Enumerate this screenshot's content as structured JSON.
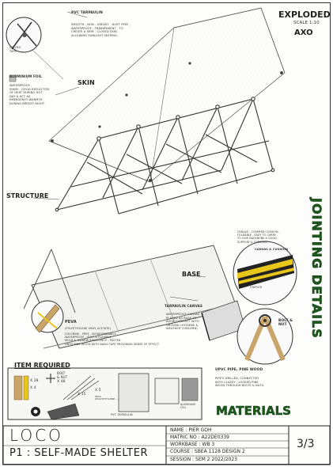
{
  "header": {
    "title": "EXPLODED",
    "scale": "SCALE 1:10",
    "view": "AXO"
  },
  "labels": {
    "skin": "SKIN",
    "structure": "STRUCTURE",
    "base": "BASE",
    "velcro": "VELCRO\nTAPE",
    "jointing": "JOINTING DETAILS",
    "materials": "MATERIALS",
    "item_required": "ITEM REQUIRED"
  },
  "notes": {
    "pvc_tarpaulin_title": "PVC TARPAULIN",
    "pvc_tarpaulin_text": "SMOOTH , NON - GREASY . DUST FREE ,\nWATERPROOF , TRANSPARENT , TO\nCREATE A SEMI - CLOSED SKIN,\nALLOWING SUNLIGHT SEEPING.",
    "aluminium_title": "ALUMINIUM FOIL",
    "aluminium_text": "WATERPROOF ,\nSHINY , GOOD REFLECTOR\nOF HEAT DURING HOT\nDAY & ACT AS\nEMERGENCY WARMTH\nDURING BREEZY NIGHT.",
    "canvas_cushion_text": "CANVAS - COVERED CUSHION,\nFOLDABLE , EASY TO CARRY ,\nTO GIVE BACKBONE A GOOD\nSUPPORT & COMFORT.",
    "canvas_cushion_title": "CANVAS & CUSHION",
    "stapler": "STAPLER",
    "tarpaulin_canvas_title": "TARPAULIN CANVAS",
    "tarpaulin_canvas_text": "WATERPROOF CANVAS,\nPLACED AS BASE TO\nAVOID CONTACT WITH\nGROUND (HYGIENE &\nWEATHER CONCERN)",
    "peva_title": "PEVA",
    "peva_sub": "(POLYETHYLENE VINYL ACETATE)",
    "peva_text": "CHLORINE - FREE , BIODEGRADABLE ,\nWATERPROOF , SOFT & FLEXIBLE ,\nMOLD & MILDEW RESISTANCE , PASTED\nONTO PINE WOOD WITH NANO TAPE PROVIDING SENSE OF EFFECT.",
    "bolt_nut": "BOLT &\nNUT",
    "upvc": "UPVC PIPE, PINE WOOD",
    "upvc_text": "PIPE'S DRILLED, CONNECTED\nWITH CLASSY - LOOKED PINE\nWOOD THROUGH BOLTS & NUTS."
  },
  "items": {
    "qty1": "X 28",
    "qty2": "X 4",
    "bolt": "BOLT\n& NUT",
    "qty3": "X 48",
    "qty4": "X 15",
    "qty5": "X 5",
    "pvc": "PVC TARPAULIN",
    "foil": "ALUMINIUM\nFOIL",
    "peva": "PEVA\n(POLYETHYLENE ...)"
  },
  "title_block": {
    "project": "LOCO",
    "subtitle": "P1 : SELF-MADE SHELTER",
    "name": "NAME : PIER GOH",
    "matric": "MATRIC NO : A22DE0339",
    "workbase": "WORKBASE : WB 3",
    "course": "COURSE : SBEA 1128 DESIGN 2",
    "session": "SESSION : SEM 2 2022/2023",
    "page": "3/3"
  },
  "colors": {
    "ink": "#2a2a2a",
    "green": "#1e5a1e",
    "yellow": "#e8c61a",
    "tan": "#c9a56a"
  }
}
